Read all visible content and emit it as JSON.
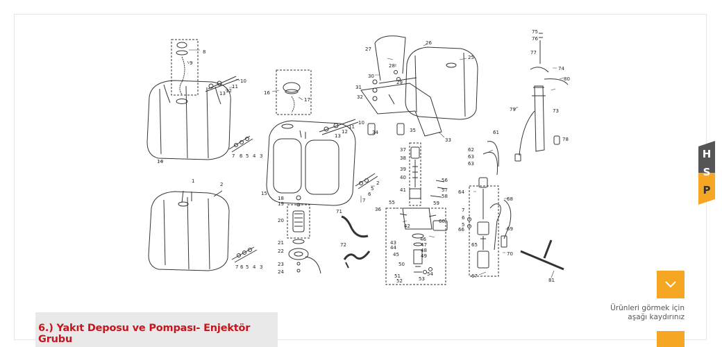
{
  "caption": {
    "title": "6.) Yakıt Deposu ve Pompası- Enjektör Grubu"
  },
  "scroll_hint": {
    "line1": "Ürünleri görmek için",
    "line2": "aşağı kaydırınız"
  },
  "badge": {
    "letters": [
      "H",
      "S",
      "P"
    ],
    "color": "#f5a623",
    "top_color": "#555555"
  },
  "colors": {
    "caption_text": "#c4161c",
    "caption_bg": "#e9e9e9",
    "accent": "#f5a623"
  },
  "icons": {
    "scroll_button": "chevron-down-icon"
  },
  "diagram": {
    "labels": [
      "1",
      "2",
      "3",
      "4",
      "5",
      "6",
      "7",
      "8",
      "9",
      "10",
      "11",
      "12",
      "13",
      "14",
      "15",
      "16",
      "17",
      "18",
      "19",
      "20",
      "21",
      "22",
      "23",
      "24",
      "25",
      "26",
      "27",
      "28",
      "29",
      "30",
      "31",
      "32",
      "33",
      "34",
      "35",
      "36",
      "37",
      "38",
      "39",
      "40",
      "41",
      "42",
      "43",
      "44",
      "45",
      "46",
      "47",
      "48",
      "49",
      "50",
      "51",
      "52",
      "53",
      "54",
      "55",
      "56",
      "57",
      "58",
      "59",
      "60",
      "61",
      "62",
      "63",
      "64",
      "65",
      "66",
      "67",
      "68",
      "69",
      "70",
      "71",
      "72",
      "73",
      "74",
      "75",
      "76",
      "77",
      "78",
      "79",
      "80",
      "81"
    ],
    "extra_labels": [
      "1",
      "11",
      "12",
      "13",
      "3",
      "4",
      "5",
      "6",
      "7",
      "2",
      "5",
      "6",
      "7",
      "3",
      "4",
      "5",
      "6",
      "7",
      "7",
      "6",
      "5",
      "63",
      "63"
    ]
  }
}
